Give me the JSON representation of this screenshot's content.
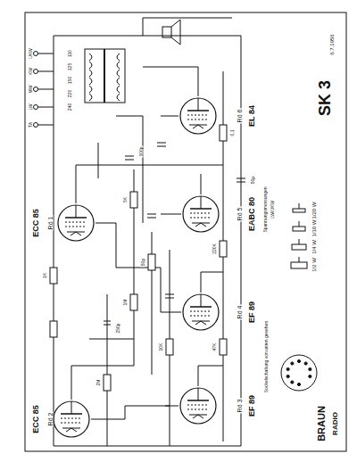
{
  "diagram": {
    "labels": [
      "ECC 85",
      "Rö 1",
      "ECC 85",
      "Rö 2",
      "EF 89",
      "Rö 3",
      "EF 89",
      "Rö 4",
      "EABC 80",
      "Rö 5",
      "EL 84",
      "Rö 6",
      "SK 3",
      "BRAUN",
      "RADIO",
      "6.7.1956",
      "Spannungsmessungen",
      "LW/UKW",
      "Sockelschaltung von unten gesehen",
      "1/20 W",
      "1/10 W",
      "1/4 W",
      "1/2 W",
      "UKW",
      "KW",
      "MW",
      "LW",
      "TA",
      "110",
      "125",
      "150",
      "220",
      "240",
      "5K",
      "1M",
      "100p",
      "50p",
      "10K",
      "250p",
      "2M",
      "0,1",
      "50µ",
      "220K",
      "47K",
      "1K"
    ]
  }
}
